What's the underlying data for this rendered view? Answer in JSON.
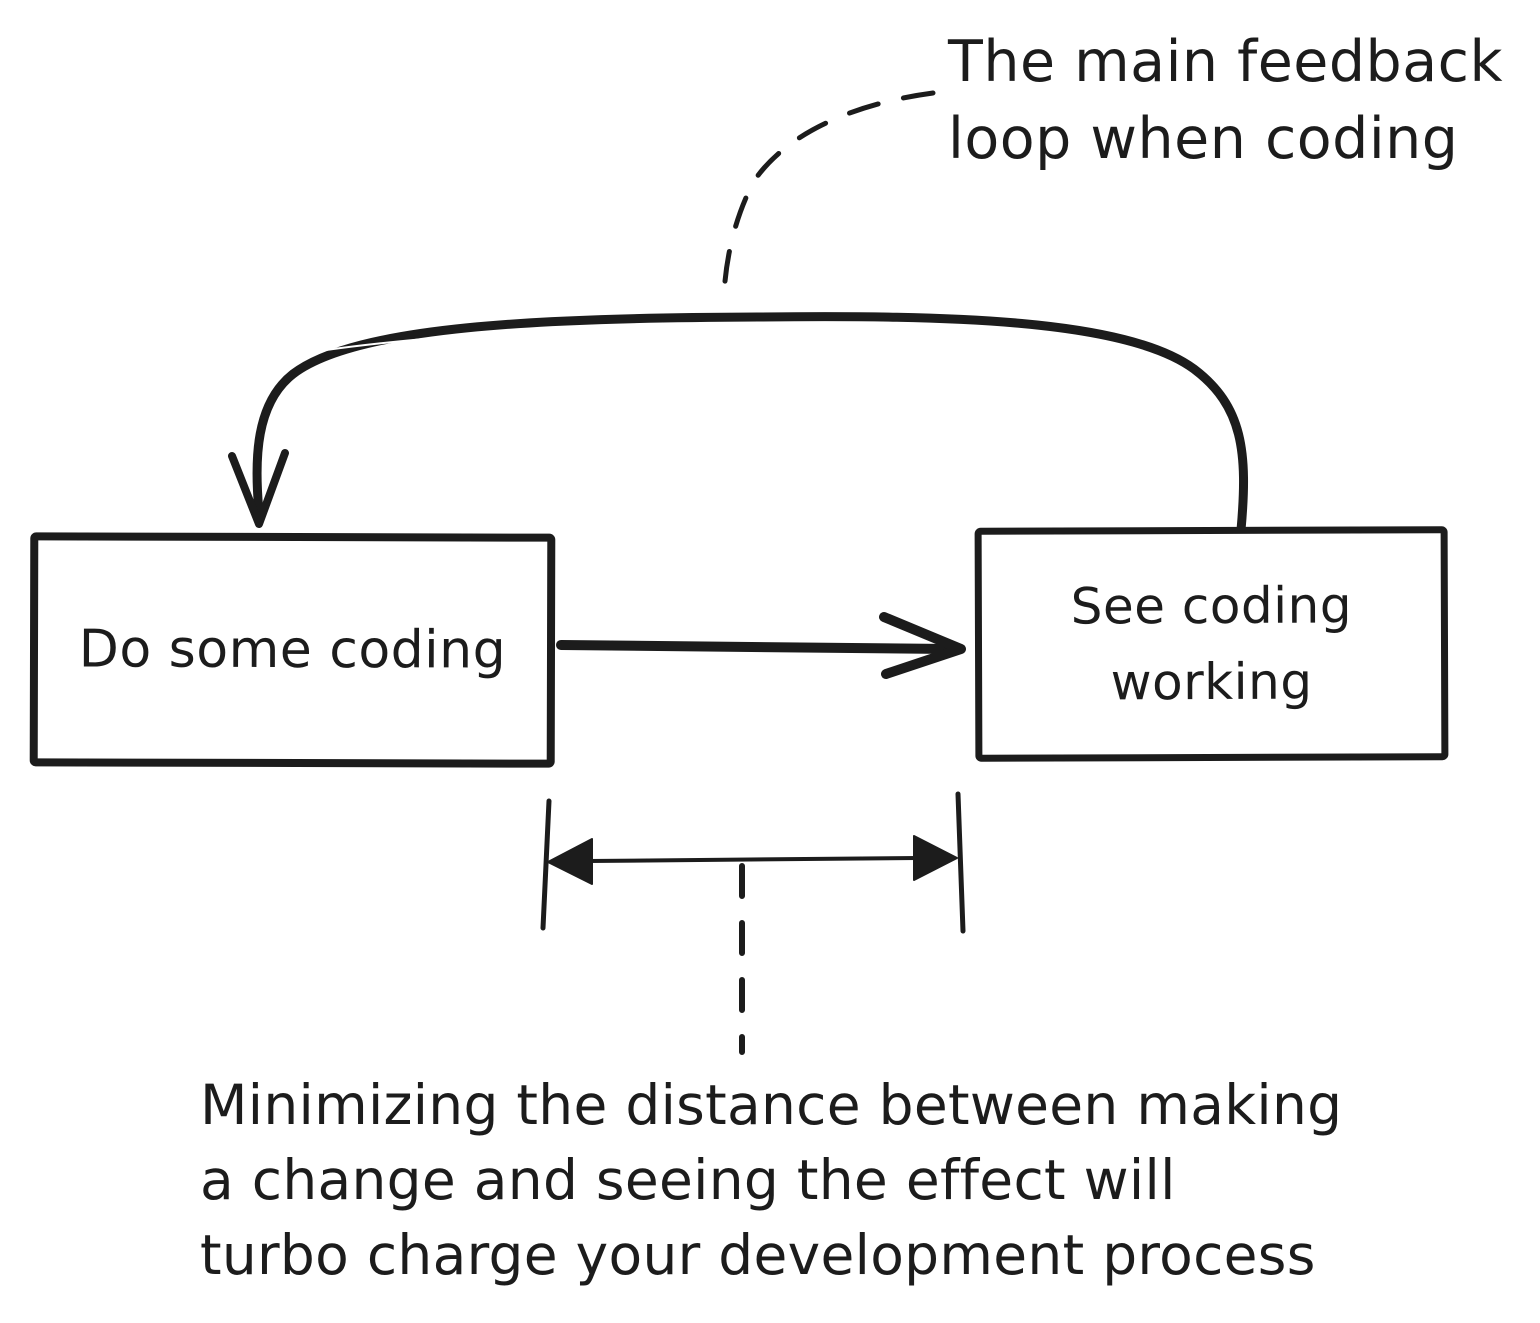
{
  "diagram": {
    "background": "#ffffff",
    "ink": "#1c1c1c",
    "annotation": {
      "lines": [
        "The main feedback",
        "loop when coding"
      ]
    },
    "nodes": [
      {
        "id": "do-some-coding",
        "label": "Do some coding"
      },
      {
        "id": "see-coding-working",
        "lines": [
          "See coding",
          "working"
        ]
      }
    ],
    "caption": {
      "lines": [
        "Minimizing the distance between making",
        "a change and seeing the effect will",
        "turbo charge your development process"
      ]
    }
  }
}
